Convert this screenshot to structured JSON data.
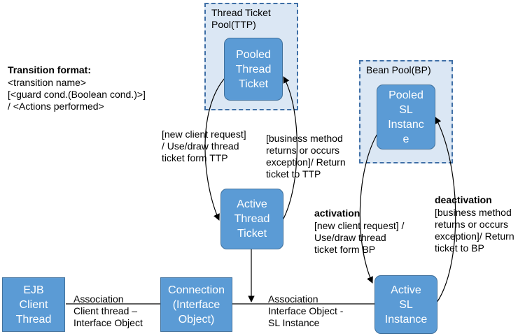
{
  "pools": {
    "ttp": {
      "title": "Thread Ticket\nPool(TTP)"
    },
    "bp": {
      "title": "Bean Pool(BP)"
    }
  },
  "nodes": {
    "pooled_thread_ticket": "Pooled\nThread\nTicket",
    "active_thread_ticket": "Active\nThread\nTicket",
    "pooled_sl_instance": "Pooled\nSL\nInstanc\ne",
    "active_sl_instance": "Active\nSL\nInstance",
    "ejb_client_thread": "EJB\nClient\nThread",
    "connection": "Connection\n(Interface\nObject)"
  },
  "legend": {
    "title": "Transition format:",
    "body": "<transition name>\n[<guard cond.(Boolean cond.)>]\n/ <Actions performed>"
  },
  "transitions": {
    "ttp_use": "[new client request]\n/ Use/draw thread\nticket form TTP",
    "ttp_return": "[business method\nreturns or occurs\nexception]/ Return\nticket to TTP",
    "activation_name": "activation",
    "activation_body": "[new client request] /\nUse/draw thread\nticket form BP",
    "deactivation_name": "deactivation",
    "deactivation_body": "[business method\nreturns or occurs\nexception]/ Return\nticket to BP"
  },
  "associations": {
    "client_connection": "Association\nClient thread –\nInterface Object",
    "connection_sl": "Association\nInterface Object -\nSL Instance"
  },
  "colors": {
    "node_fill": "#5b9bd5",
    "node_border": "#41719c",
    "pool_fill": "#dbe7f4",
    "pool_border": "#3f6fa6"
  }
}
